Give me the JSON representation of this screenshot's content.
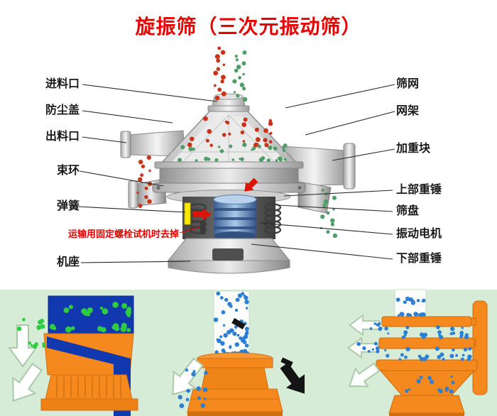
{
  "title": "旋振筛（三次元振动筛）",
  "annotations": {
    "left": [
      {
        "text": "进料口"
      },
      {
        "text": "防尘盖"
      },
      {
        "text": "出料口"
      },
      {
        "text": "束环"
      },
      {
        "text": "弹簧"
      },
      {
        "text": "运输用固定螺栓试机时去掉",
        "emphasis": "warning"
      },
      {
        "text": "机座"
      }
    ],
    "right": [
      {
        "text": "筛网"
      },
      {
        "text": "网架"
      },
      {
        "text": "加重块"
      },
      {
        "text": "上部重锤"
      },
      {
        "text": "筛盘"
      },
      {
        "text": "振动电机"
      },
      {
        "text": "下部重锤"
      }
    ]
  },
  "colors": {
    "title_red": "#e60300",
    "warning_red": "#e60300",
    "label_black": "#1a1a1a",
    "leader_line": "#2a2a2a",
    "bottom_strip_green": "#d7ecd7",
    "machine_orange": "#f5891d",
    "deep_blue": "#1238b0",
    "particle_blue": "#2b7fd4",
    "particle_red": "#c8331a",
    "particle_green": "#4f9e68",
    "bubble_green": "#2ecc40",
    "motor_blue": "#3c5f93",
    "spring_marker_yellow": "#ffe800",
    "metal_gray": "#bdbdbd"
  }
}
